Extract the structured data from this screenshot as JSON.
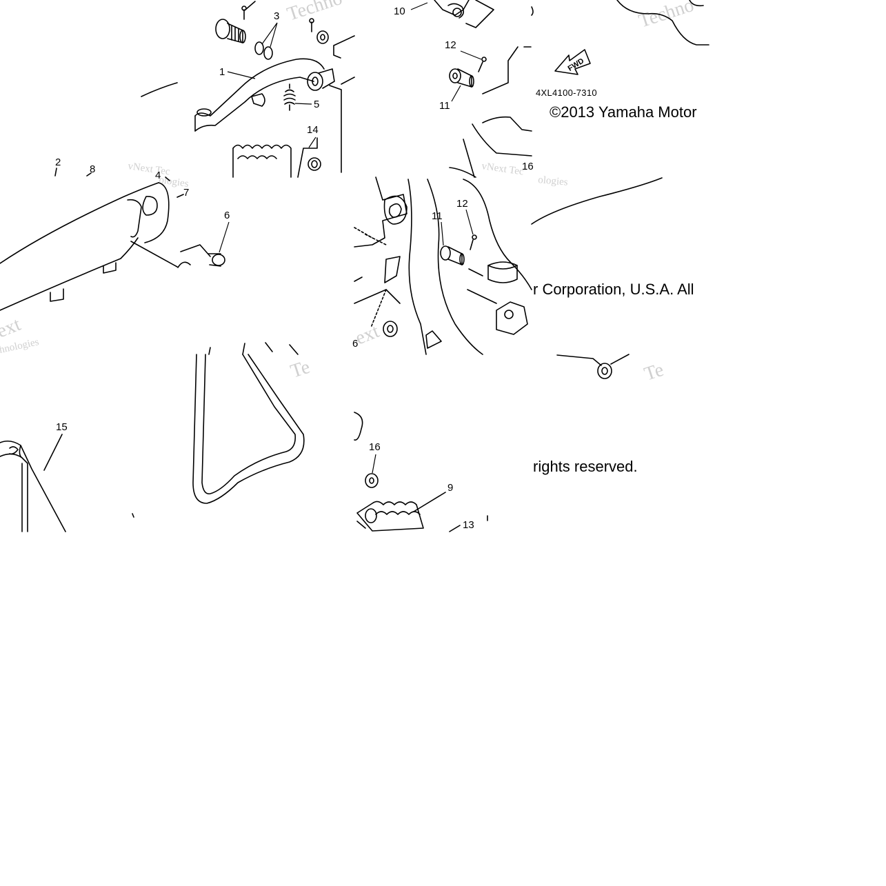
{
  "diagram": {
    "part_code": "4XL4100-7310",
    "fwd_label": "FWD",
    "copyright_line1": "©2013 Yamaha Motor",
    "copyright_line2": "r Corporation, U.S.A. All",
    "copyright_line3": "rights reserved.",
    "watermark_text_1": "vNext Tec",
    "watermark_text_2": "ologies",
    "watermark_text_3": "vNext Tec",
    "watermark_text_4": "hnologies",
    "watermark_text_5": "Techno",
    "watermark_text_6": "Te",
    "watermark_text_7": "ext"
  },
  "callouts": [
    {
      "id": "c1",
      "label": "1"
    },
    {
      "id": "c2",
      "label": "2"
    },
    {
      "id": "c3",
      "label": "3"
    },
    {
      "id": "c4",
      "label": "4"
    },
    {
      "id": "c5",
      "label": "5"
    },
    {
      "id": "c6a",
      "label": "6"
    },
    {
      "id": "c6b",
      "label": "6"
    },
    {
      "id": "c7",
      "label": "7"
    },
    {
      "id": "c8",
      "label": "8"
    },
    {
      "id": "c9",
      "label": "9"
    },
    {
      "id": "c10",
      "label": "10"
    },
    {
      "id": "c11a",
      "label": "11"
    },
    {
      "id": "c11b",
      "label": "11"
    },
    {
      "id": "c12a",
      "label": "12"
    },
    {
      "id": "c12b",
      "label": "12"
    },
    {
      "id": "c13",
      "label": "13"
    },
    {
      "id": "c14",
      "label": "14"
    },
    {
      "id": "c15",
      "label": "15"
    },
    {
      "id": "c16a",
      "label": "16"
    },
    {
      "id": "c16b",
      "label": "16"
    }
  ]
}
